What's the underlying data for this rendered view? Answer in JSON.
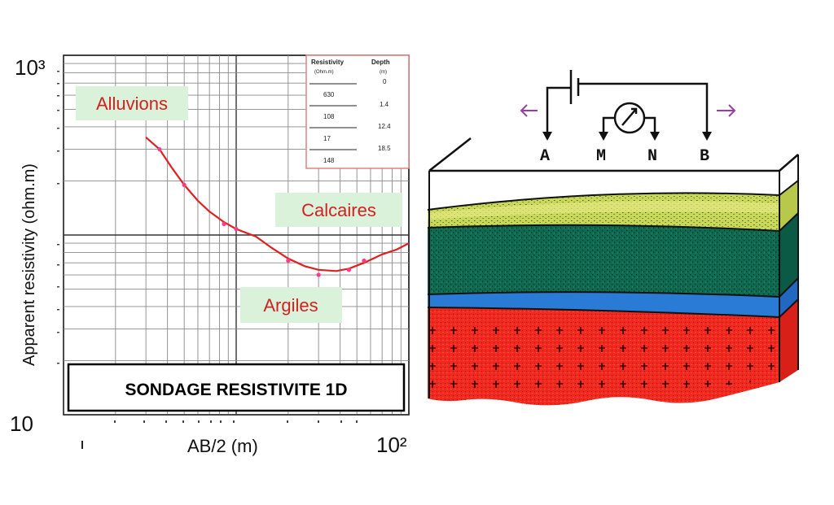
{
  "colors": {
    "curve": "#e02020",
    "label_text": "#d42020",
    "label_bg": "#d9f2d9",
    "table_border": "#e08080",
    "layer_top": "#c8d85a",
    "layer_green": "#0f6a52",
    "layer_blue": "#2a7bd6",
    "layer_red": "#f0281e",
    "arrow": "#9b3da8"
  },
  "chart_data": {
    "type": "line",
    "title": "SONDAGE RESISTIVITE 1D",
    "xlabel": "AB/2 (m)",
    "ylabel": "Apparent resistivity (ohm.m)",
    "xscale": "log",
    "yscale": "log",
    "x_tick_labels": [
      "10²"
    ],
    "y_tick_labels": [
      "10³",
      "10"
    ],
    "legend": "none",
    "grid": true,
    "series": [
      {
        "x": [
          3.0,
          3.6,
          4.2,
          5.0,
          6.0,
          7.0,
          8.5,
          10,
          13,
          16,
          20,
          25,
          30,
          38,
          45,
          55,
          70,
          85,
          100
        ],
        "y": [
          350,
          300,
          240,
          190,
          155,
          135,
          118,
          108,
          98,
          85,
          74,
          67,
          64,
          63,
          65,
          70,
          78,
          83,
          90
        ]
      }
    ],
    "measured_points": {
      "x": [
        3.6,
        5.0,
        8.5,
        10,
        20,
        30,
        45,
        55
      ],
      "y": [
        300,
        190,
        115,
        108,
        72,
        60,
        64,
        72
      ]
    }
  },
  "annotations": {
    "alluvions": "Alluvions",
    "calcaires": "Calcaires",
    "argiles": "Argiles"
  },
  "table": {
    "col1_header": "Resistivity",
    "col1_unit": "(Ohm.m)",
    "col2_header": "Depth",
    "col2_unit": "(m)",
    "resistivities": [
      "630",
      "108",
      "17",
      "148"
    ],
    "depths": [
      "0",
      "1.4",
      "12.4",
      "18.5"
    ]
  },
  "electrodes": {
    "a": "A",
    "m": "M",
    "n": "N",
    "b": "B"
  },
  "meter_symbol": "ohmmeter"
}
